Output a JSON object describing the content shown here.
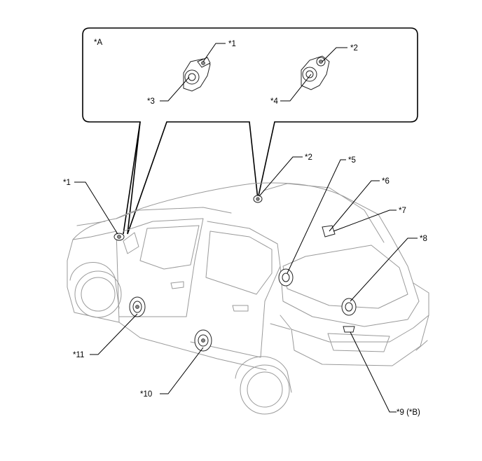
{
  "inset": {
    "label": "*A"
  },
  "callouts": {
    "c1": "*1",
    "c2": "*2",
    "c3": "*3",
    "c4": "*4",
    "c5": "*5",
    "c6": "*6",
    "c7": "*7",
    "c8": "*8",
    "c9": "*9 (*B)",
    "c10": "*10",
    "c11": "*11"
  }
}
